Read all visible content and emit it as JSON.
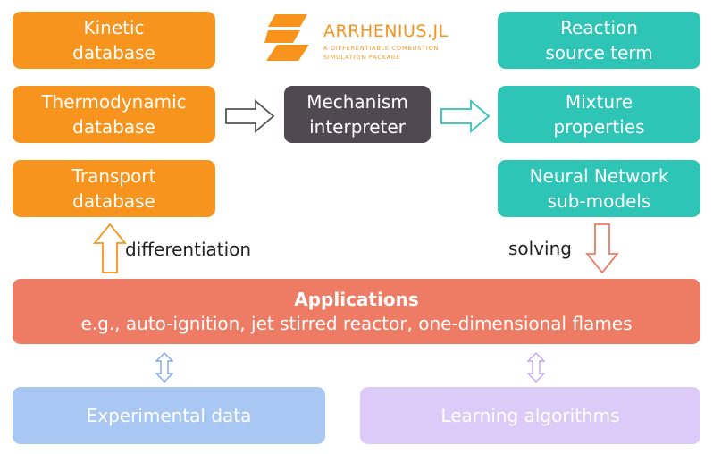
{
  "logo": {
    "title": "ARRHENIUS.JL",
    "tagline_1": "A DIFFERENTIABLE COMBUSTION",
    "tagline_2": "SIMULATION PACKAGE"
  },
  "inputs": {
    "kinetic": [
      "Kinetic",
      "database"
    ],
    "thermo": [
      "Thermodynamic",
      "database"
    ],
    "transport": [
      "Transport",
      "database"
    ]
  },
  "interpreter": [
    "Mechanism",
    "interpreter"
  ],
  "outputs": {
    "reaction": [
      "Reaction",
      "source term"
    ],
    "mixture": [
      "Mixture",
      "properties"
    ],
    "neural": [
      "Neural Network",
      "sub-models"
    ]
  },
  "labels": {
    "differentiation": "differentiation",
    "solving": "solving"
  },
  "applications": {
    "title": "Applications",
    "examples": "e.g., auto-ignition, jet stirred reactor, one-dimensional flames"
  },
  "bottom": {
    "experimental": "Experimental data",
    "learning": "Learning algorithms"
  },
  "colors": {
    "orange": "#F7941D",
    "teal": "#2EC4B6",
    "dark": "#514952",
    "applications": "#EE7B64",
    "experimental": "#A9C7F3",
    "learning": "#DCCAF8"
  }
}
